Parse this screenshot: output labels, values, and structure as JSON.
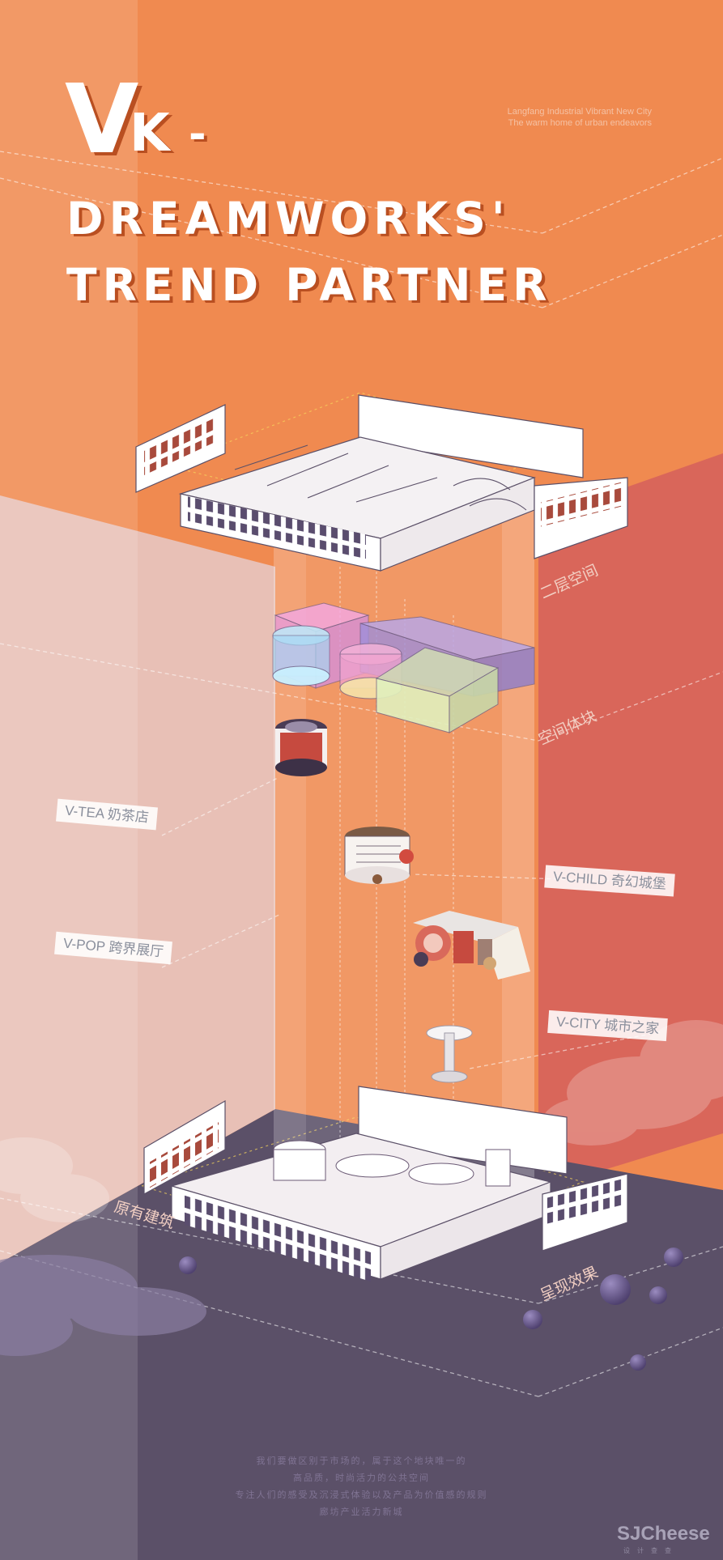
{
  "poster": {
    "logo": {
      "v": "V",
      "k": "K",
      "dash": "-"
    },
    "headline_line1": "DREAMWORKS'",
    "headline_line2": "TREND PARTNER",
    "tagline_line1": "Langfang Industrial Vibrant New City",
    "tagline_line2": "The warm home of urban endeavors"
  },
  "labels": {
    "v_tea": "V-TEA  奶茶店",
    "v_pop": "V-POP 跨界展厅",
    "v_child": "V-CHILD 奇幻城堡",
    "v_city": "V-CITY  城市之家"
  },
  "diagram_labels": {
    "second_floor": "二层空间",
    "space_volume": "空间体块",
    "original_building": "原有建筑",
    "result": "呈现效果"
  },
  "footer": {
    "line1": "我们要做区别于市场的，属于这个地块唯一的",
    "line2": "高品质，时尚活力的公共空间",
    "line3": "专注人们的感受及沉浸式体验以及产品为价值感的规则",
    "line4": "廊坊产业活力新城",
    "brand": "SJCheese",
    "brand_sub": "设计查查"
  },
  "colors": {
    "orange": "#f08a50",
    "coral": "#d9665a",
    "purple": "#5b5068",
    "peach": "#f3a57b",
    "pink_panel": "#e8c0b6"
  }
}
